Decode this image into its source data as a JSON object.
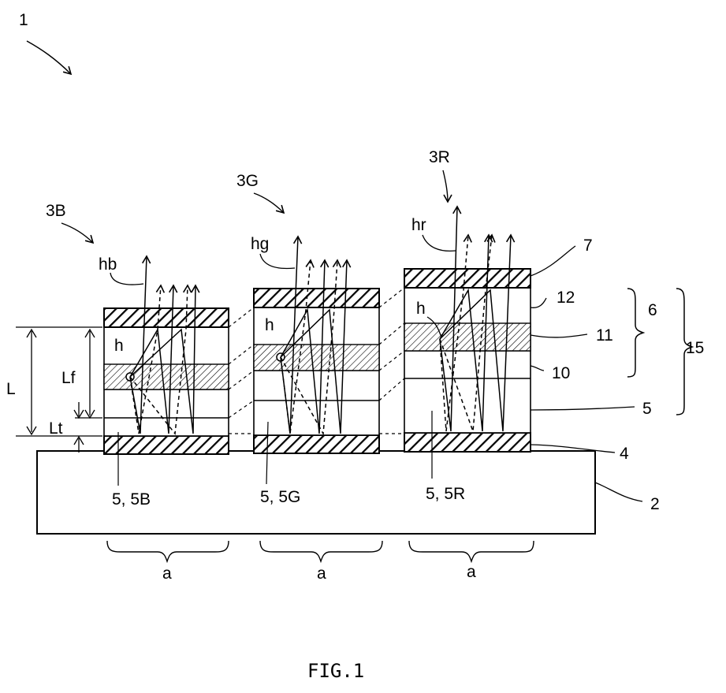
{
  "figure": {
    "caption": "FIG.1",
    "device_ref": "1",
    "pixels": [
      {
        "ref": "3B",
        "ray_label": "hb",
        "source_label": "h",
        "layer_label": "5, 5B",
        "width_label": "a"
      },
      {
        "ref": "3G",
        "ray_label": "hg",
        "source_label": "h",
        "layer_label": "5, 5G",
        "width_label": "a"
      },
      {
        "ref": "3R",
        "ray_label": "hr",
        "source_label": "h",
        "layer_label": "5, 5R",
        "width_label": "a"
      }
    ],
    "dimensions": {
      "total": "L",
      "upper": "Lf",
      "lower": "Lt"
    },
    "refs": {
      "top_electrode": "7",
      "layer_12": "12",
      "group_6": "6",
      "layer_11": "11",
      "group_15": "15",
      "layer_10": "10",
      "layer_5": "5",
      "bottom_electrode": "4",
      "substrate": "2"
    }
  }
}
